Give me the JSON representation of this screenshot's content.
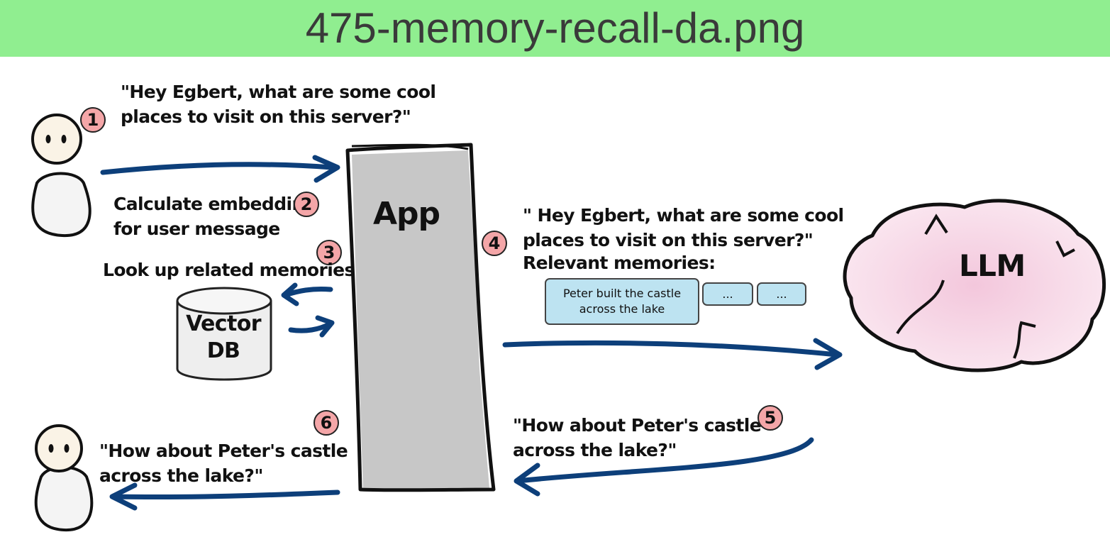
{
  "banner": {
    "title": "475-memory-recall-da.png",
    "color": "#90ee90"
  },
  "colors": {
    "arrow": "#0d3f7a",
    "step_badge": "#f4a6a8",
    "memory_chip": "#bde3f1",
    "app_fill": "#c7c7c7",
    "llm_fill": "#f6d5e4"
  },
  "steps": [
    {
      "number": "1",
      "lines": [
        "\"Hey Egbert, what are some cool",
        "places to visit on this server?\""
      ]
    },
    {
      "number": "2",
      "lines": [
        "Calculate embedding",
        "for user message"
      ]
    },
    {
      "number": "3",
      "lines": [
        "Look up related memories"
      ]
    },
    {
      "number": "4",
      "lines": [
        "\" Hey Egbert, what are some cool",
        "places to visit on this server?\"",
        "Relevant memories:"
      ]
    },
    {
      "number": "5",
      "lines": [
        "\"How about Peter's castle",
        "across the lake?\""
      ]
    },
    {
      "number": "6",
      "lines": [
        "\"How about Peter's castle",
        "across the lake?\""
      ]
    }
  ],
  "nodes": {
    "app": "App",
    "vector_db": [
      "Vector",
      "DB"
    ],
    "llm": "LLM"
  },
  "memories": [
    "Peter built the castle across the lake",
    "...",
    "..."
  ],
  "icons": {
    "user": "user-avatar-icon",
    "database": "database-icon",
    "cloud": "cloud-icon"
  }
}
